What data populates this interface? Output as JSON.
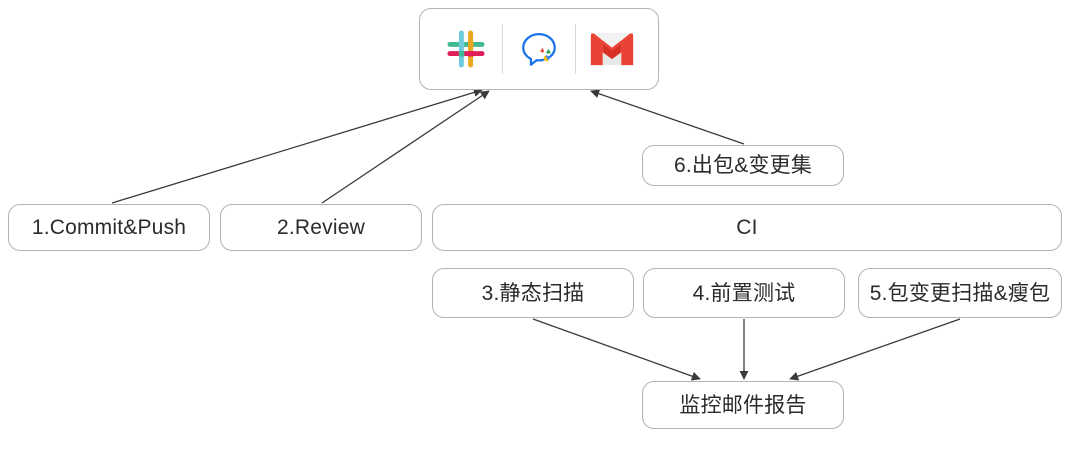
{
  "diagram": {
    "title": "CI pipeline flow",
    "style": {
      "box_border_color": "#b3b3b3",
      "box_fill": "#ffffff",
      "edge_color": "#3a3a3a",
      "text_color": "#2b2b2b"
    },
    "notification_bar": {
      "name": "notification-channels",
      "icons": [
        {
          "name": "slack-icon",
          "label": "Slack"
        },
        {
          "name": "hangouts-chat-icon",
          "label": "Hangouts Chat"
        },
        {
          "name": "gmail-icon",
          "label": "Gmail"
        }
      ]
    },
    "nodes": [
      {
        "id": "commit",
        "label": "1.Commit&Push"
      },
      {
        "id": "review",
        "label": "2.Review"
      },
      {
        "id": "ci",
        "label": "CI"
      },
      {
        "id": "pkg",
        "label": "6.出包&变更集"
      },
      {
        "id": "static",
        "label": "3.静态扫描"
      },
      {
        "id": "pretest",
        "label": "4.前置测试"
      },
      {
        "id": "diffscan",
        "label": "5.包变更扫描&瘦包"
      },
      {
        "id": "report",
        "label": "监控邮件报告"
      }
    ],
    "edges": [
      {
        "from": "commit",
        "to": "notification-channels",
        "arrow": "end"
      },
      {
        "from": "review",
        "to": "notification-channels",
        "arrow": "end"
      },
      {
        "from": "pkg",
        "to": "notification-channels",
        "arrow": "end"
      },
      {
        "from": "static",
        "to": "report",
        "arrow": "end"
      },
      {
        "from": "pretest",
        "to": "report",
        "arrow": "end"
      },
      {
        "from": "diffscan",
        "to": "report",
        "arrow": "end"
      }
    ]
  }
}
